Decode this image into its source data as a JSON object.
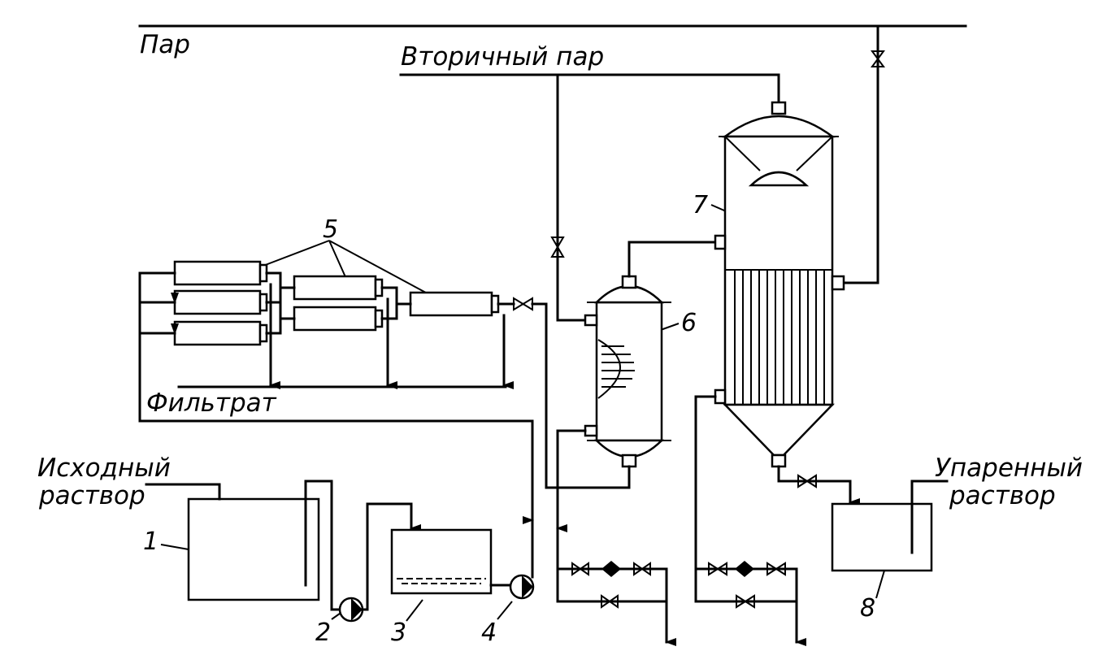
{
  "labels": {
    "steam": "Пар",
    "secondary_steam": "Вторичный пар",
    "filtrate": "Фильтрат",
    "feed_line1": "Исходный",
    "feed_line2": "раствор",
    "product_line1": "Упаренный",
    "product_line2": "раствор"
  },
  "numbers": {
    "n1": "1",
    "n2": "2",
    "n3": "3",
    "n4": "4",
    "n5": "5",
    "n6": "6",
    "n7": "7",
    "n8": "8"
  }
}
